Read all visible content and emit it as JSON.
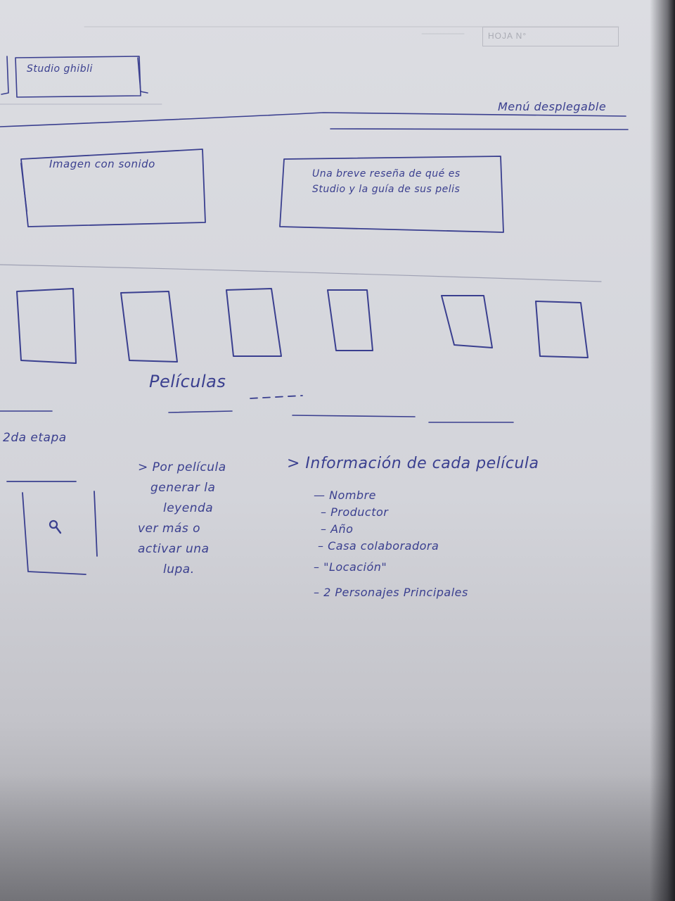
{
  "header": {
    "sheet_label": "HOJA N°"
  },
  "logo_box": {
    "label": "Studio ghibli"
  },
  "menu": {
    "label": "Menú desplegable"
  },
  "hero": {
    "image_label": "Imagen con sonido",
    "text_box": "Una breve reseña de qué es Studio y la guía de sus pelis"
  },
  "movies_row": {
    "label": "Películas",
    "count": 6
  },
  "stage": {
    "label": "2da etapa"
  },
  "hover_note": {
    "lines": [
      "> Por película",
      "generar la",
      "leyenda",
      "ver más o",
      "activar una",
      "lupa."
    ]
  },
  "info": {
    "title": "> Información de cada película",
    "items": [
      "— Nombre",
      "– Productor",
      "– Año",
      "– Casa colaboradora",
      "– \"Locación\"",
      "– 2 Personajes Principales"
    ]
  },
  "colors": {
    "ink": "#3a3f8f",
    "paper": "#d6d7dc"
  },
  "icons": {
    "search": "magnifier-icon"
  }
}
